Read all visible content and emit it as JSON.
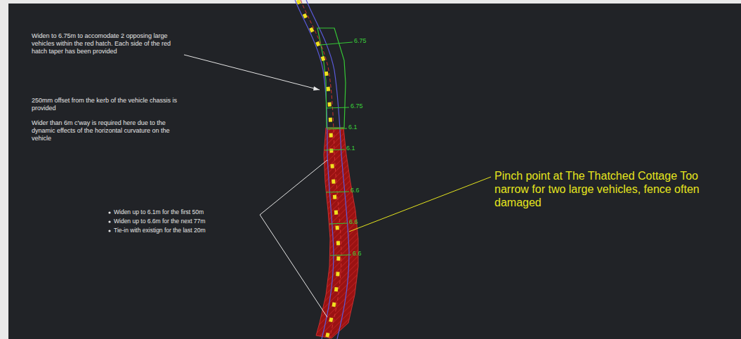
{
  "diagram": {
    "labels": [
      "Widen to 6.75m to accomodate 2 opposing large vehicles within the red hatch. Each side of the red hatch taper has been provided",
      "250mm offset from the kerb of the vehicle chassis is provided",
      "Wider than 6m c'way is required here due to the dynamic effects of the horizontal curvature on the vehicle",
      "Widen up to 6.1m for the first 50m",
      "Widen up to 6.6m for the next 77m",
      "Tie-in with existign for the last 20m",
      "Pinch point at The Thatched Cottage Too narrow for two large vehicles, fence often damaged",
      "6.75",
      "6.75",
      "6.1",
      "6.1",
      "6.6",
      "6.6",
      "6.6"
    ]
  }
}
